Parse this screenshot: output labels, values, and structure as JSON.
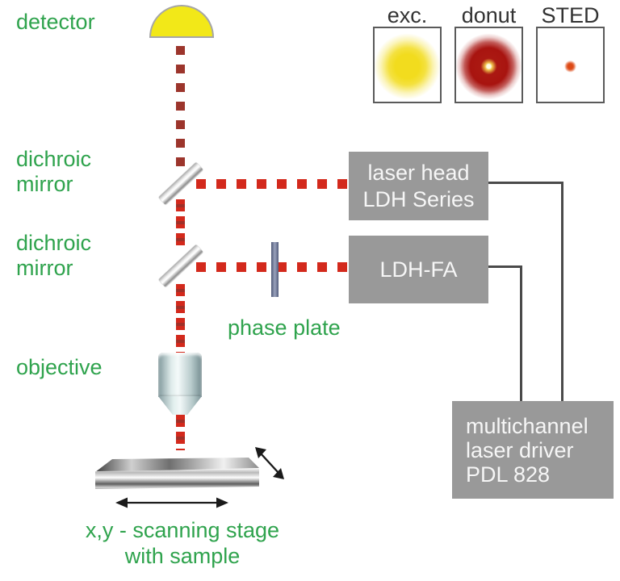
{
  "labels": {
    "detector": "detector",
    "dichroic_mirror_top": "dichroic\nmirror",
    "dichroic_mirror_bottom": "dichroic\nmirror",
    "objective": "objective",
    "phase_plate": "phase plate",
    "scanning_stage": "x,y - scanning stage\nwith sample"
  },
  "beam_profiles": {
    "items": [
      {
        "label": "exc.",
        "spot": "yellow-excitation-spot"
      },
      {
        "label": "donut",
        "spot": "red-donut-spot"
      },
      {
        "label": "STED",
        "spot": "small-orange-sted-spot"
      }
    ]
  },
  "components": {
    "laser_head": "laser head\nLDH Series",
    "ldh_fa": "LDH-FA",
    "laser_driver": "multichannel\nlaser driver\nPDL 828"
  },
  "colors": {
    "label_green": "#2fa34d",
    "beam_dark_red": "#9c352c",
    "beam_bright_red": "#d3291c",
    "component_gray": "#999999",
    "connector_gray": "#4a4a4a",
    "detector_yellow": "#f2e818",
    "phase_plate_blue": "#5d6786"
  }
}
